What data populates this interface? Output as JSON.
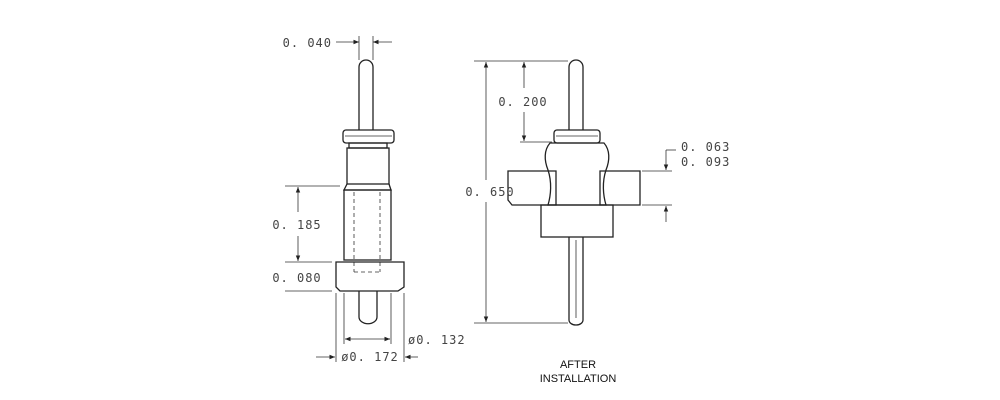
{
  "left_view": {
    "dims": {
      "tip_width": "0. 040",
      "body_length": "0. 185",
      "flange_height": "0. 080",
      "hole_diameter": "ø0. 132",
      "flange_diameter": "ø0. 172"
    }
  },
  "right_view": {
    "dims": {
      "overall_length": "0. 650",
      "top_pin_length": "0. 200",
      "panel_min": "0. 063",
      "panel_max": "0. 093"
    },
    "caption_line1": "AFTER",
    "caption_line2": "INSTALLATION"
  }
}
